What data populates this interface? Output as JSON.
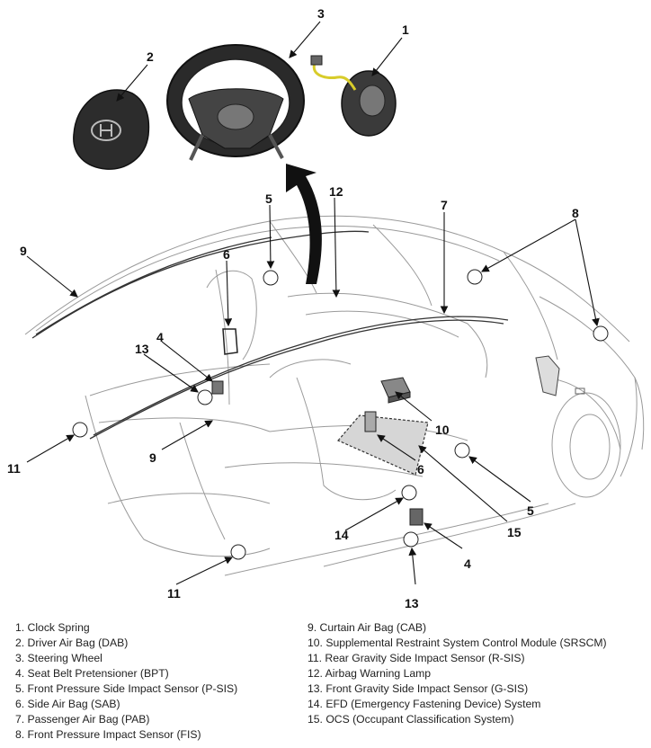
{
  "callouts": {
    "c1": "1",
    "c2": "2",
    "c3": "3",
    "c4a": "4",
    "c4b": "4",
    "c5a": "5",
    "c5b": "5",
    "c6a": "6",
    "c6b": "6",
    "c7": "7",
    "c8": "8",
    "c9a": "9",
    "c9b": "9",
    "c10": "10",
    "c11a": "11",
    "c11b": "11",
    "c12": "12",
    "c13a": "13",
    "c13b": "13",
    "c14": "14",
    "c15": "15"
  },
  "legend": {
    "left": [
      "1. Clock Spring",
      "2. Driver Air Bag (DAB)",
      "3. Steering Wheel",
      "4. Seat Belt Pretensioner (BPT)",
      "5. Front Pressure Side Impact Sensor (P-SIS)",
      "6. Side Air Bag (SAB)",
      "7. Passenger Air Bag (PAB)",
      "8. Front Pressure Impact Sensor (FIS)"
    ],
    "right": [
      "9. Curtain Air Bag (CAB)",
      "10. Supplemental Restraint System Control Module (SRSCM)",
      "11. Rear Gravity Side Impact Sensor (R-SIS)",
      "12. Airbag Warning Lamp",
      "13. Front Gravity Side Impact Sensor (G-SIS)",
      "14. EFD (Emergency Fastening Device) System",
      "15. OCS (Occupant Classification System)"
    ]
  }
}
